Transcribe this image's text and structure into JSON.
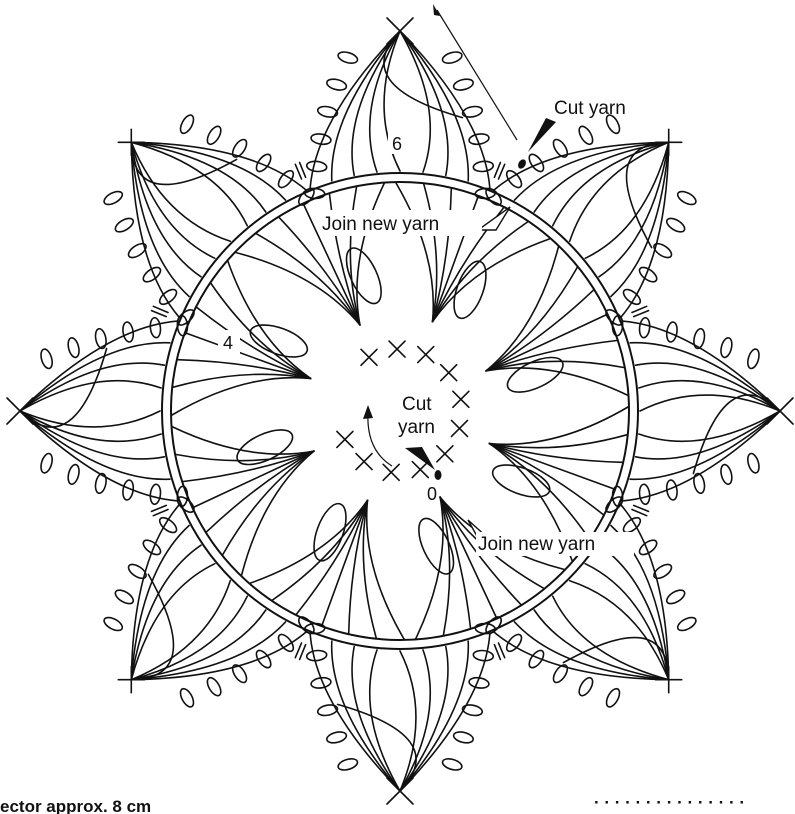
{
  "diagram": {
    "labels": {
      "cut_yarn_outer": "Cut yarn",
      "join_new_yarn_outer": "Join new yarn",
      "cut_yarn_center_line1": "Cut",
      "cut_yarn_center_line2": "yarn",
      "join_new_yarn_inner": "Join new yarn",
      "round_6": "6",
      "round_4": "4",
      "zero_mark": "0"
    },
    "footer": {
      "caption": "ector approx. 8 cm",
      "dots": "· · · · · · · · · · · · · · ·"
    },
    "petal_count": 8,
    "inner_petal_count": 8,
    "center_stitch_count": 11
  }
}
